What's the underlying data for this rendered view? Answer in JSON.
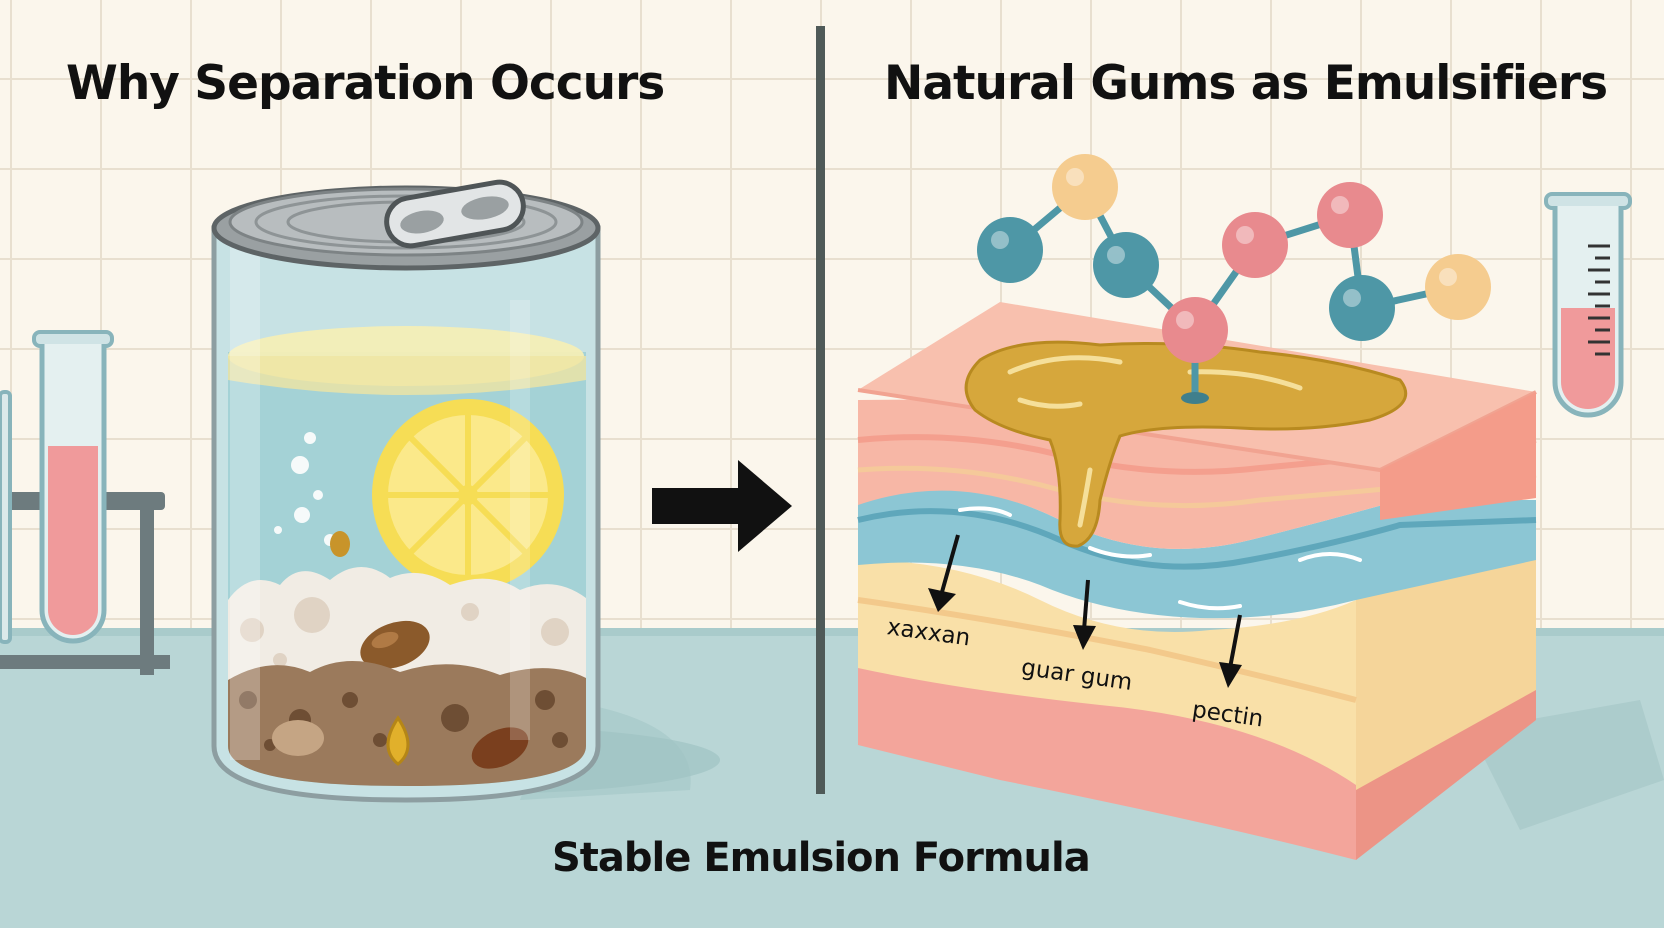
{
  "titles": {
    "left": "Why Separation Occurs",
    "right": "Natural Gums as Emulsifiers",
    "bottom": "Stable Emulsion Formula"
  },
  "labels": {
    "gum1": "xaxxan",
    "gum2": "guar gum",
    "gum3": "pectin"
  },
  "colors": {
    "background": "#fbf6ec",
    "grid": "#ece3d3",
    "counter": "#b9d6d6",
    "water": "#9fd0d8",
    "oil": "#d9ac3a",
    "pink_layer": "#f6b3a3",
    "cream_layer": "#f9dfa6",
    "blue_layer": "#8fc8d6",
    "molecule_teal": "#4e97a6",
    "molecule_pink": "#e88a8e",
    "molecule_peach": "#f5cc8f"
  }
}
